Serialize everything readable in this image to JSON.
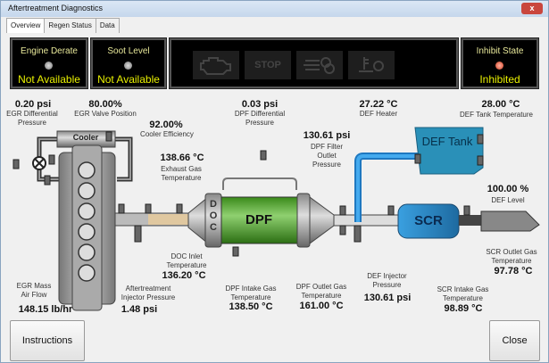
{
  "window": {
    "title": "Aftertreatment Diagnostics",
    "close": "x"
  },
  "tabs": [
    "Overview",
    "Regen Status",
    "Data"
  ],
  "panels": {
    "engine_derate": {
      "title": "Engine Derate",
      "value": "Not Available"
    },
    "soot_level": {
      "title": "Soot Level",
      "value": "Not Available"
    },
    "indicators": {
      "stop": "STOP"
    },
    "inhibit_state": {
      "title": "Inhibit State",
      "value": "Inhibited"
    }
  },
  "diagram": {
    "cooler": "Cooler",
    "doc": "DOC",
    "dpf": "DPF",
    "scr": "SCR",
    "def_tank": "DEF Tank",
    "egr_diff_pressure": {
      "value": "0.20 psi",
      "label": "EGR Differential Pressure"
    },
    "egr_valve_position": {
      "value": "80.00%",
      "label": "EGR Valve Position"
    },
    "cooler_efficiency": {
      "value": "92.00%",
      "label": "Cooler Efficiency"
    },
    "exhaust_gas_temp": {
      "value": "138.66 °C",
      "label": "Exhaust Gas Temperature"
    },
    "dpf_diff_pressure": {
      "value": "0.03 psi",
      "label": "DPF Differential Pressure"
    },
    "dpf_outlet_pressure": {
      "value": "130.61 psi",
      "label": "DPF Filter Outlet Pressure"
    },
    "def_heater": {
      "value": "27.22 °C",
      "label": "DEF Heater"
    },
    "def_tank_temp": {
      "value": "28.00 °C",
      "label": "DEF Tank Temperature"
    },
    "def_level": {
      "value": "100.00 %",
      "label": "DEF Level"
    },
    "egr_mass_air_flow": {
      "value": "148.15 lb/hr",
      "label": "EGR Mass Air Flow"
    },
    "aftertreatment_injector_pressure": {
      "value": "1.48 psi",
      "label": "Aftertreatment Injector Pressure"
    },
    "doc_inlet_temp": {
      "value": "136.20 °C",
      "label": "DOC Inlet Temperature"
    },
    "dpf_intake_temp": {
      "value": "138.50 °C",
      "label": "DPF Intake Gas Temperature"
    },
    "dpf_outlet_temp": {
      "value": "161.00 °C",
      "label": "DPF Outlet Gas Temperature"
    },
    "def_injector_pressure": {
      "value": "130.61 psi",
      "label": "DEF Injector Pressure"
    },
    "scr_intake_temp": {
      "value": "98.89 °C",
      "label": "SCR Intake Gas Temperature"
    },
    "scr_outlet_temp": {
      "value": "97.78 °C",
      "label": "SCR Outlet Gas Temperature"
    }
  },
  "buttons": {
    "instructions": "Instructions",
    "close": "Close"
  }
}
